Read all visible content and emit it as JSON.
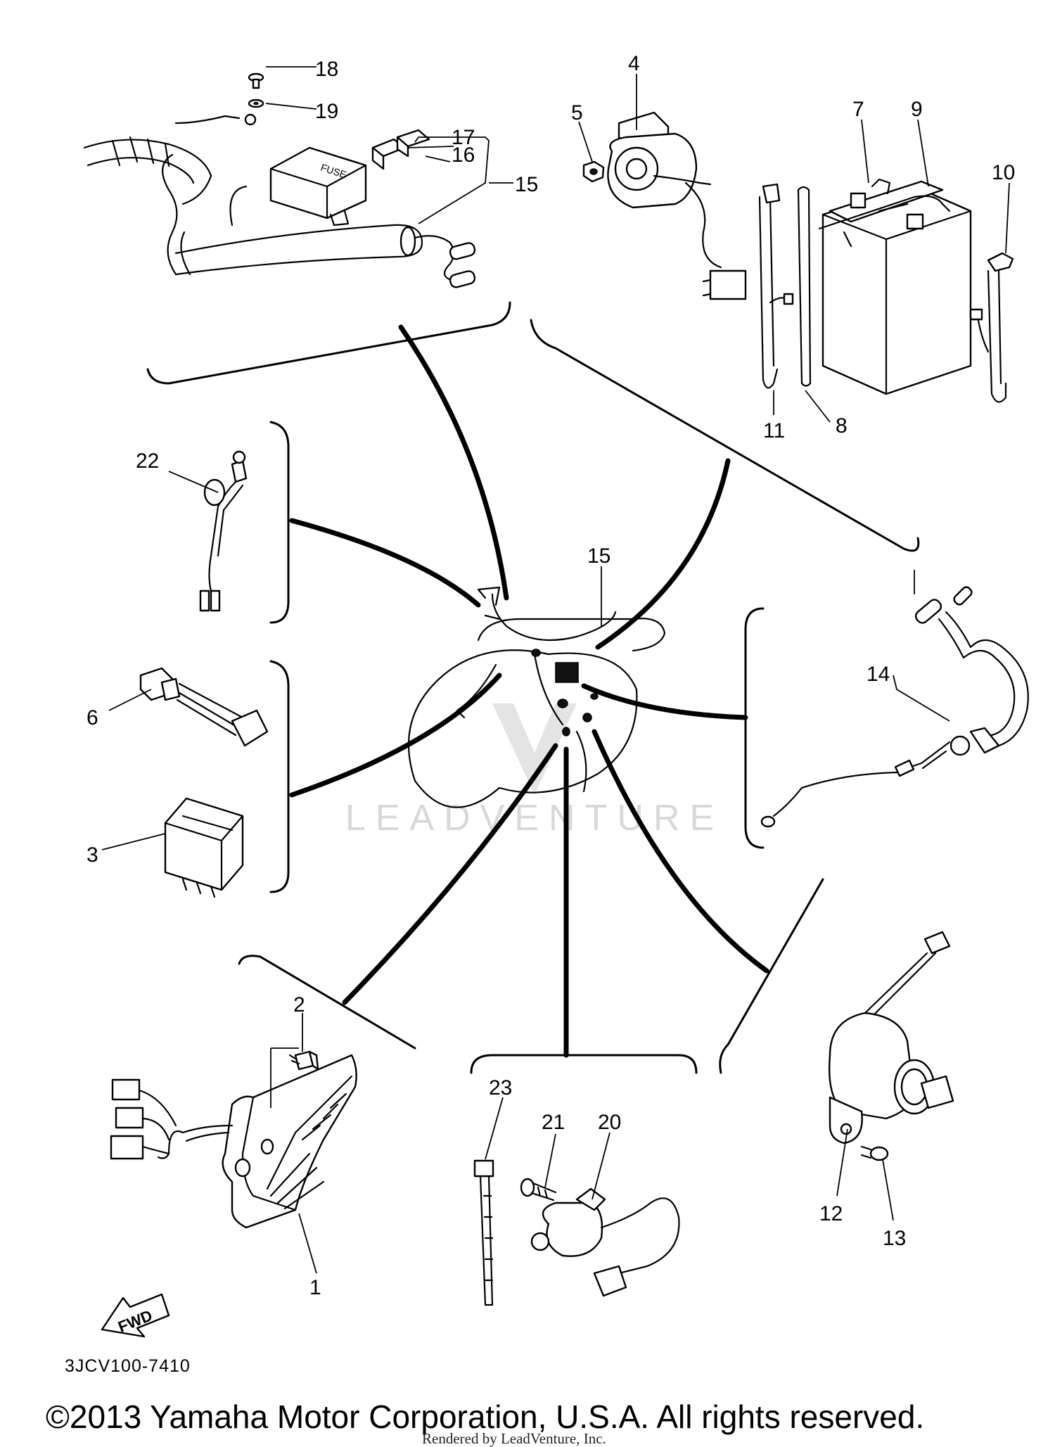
{
  "diagram": {
    "code": "3JCV100-7410",
    "copyright": "©2013 Yamaha Motor Corporation, U.S.A. All rights reserved.",
    "rendered_by": "Rendered by LeadVenture, Inc.",
    "watermark": "LEADVENTURE",
    "fwd_label": "FWD"
  },
  "callouts": {
    "c1": "1",
    "c2": "2",
    "c3": "3",
    "c4": "4",
    "c5": "5",
    "c6": "6",
    "c7": "7",
    "c8": "8",
    "c9": "9",
    "c10": "10",
    "c11": "11",
    "c12": "12",
    "c13": "13",
    "c14": "14",
    "c15a": "15",
    "c15b": "15",
    "c16": "16",
    "c17": "17",
    "c18": "18",
    "c19": "19",
    "c20": "20",
    "c21": "21",
    "c22": "22",
    "c23": "23"
  },
  "labels": {
    "fuse_box": "FUSE"
  }
}
